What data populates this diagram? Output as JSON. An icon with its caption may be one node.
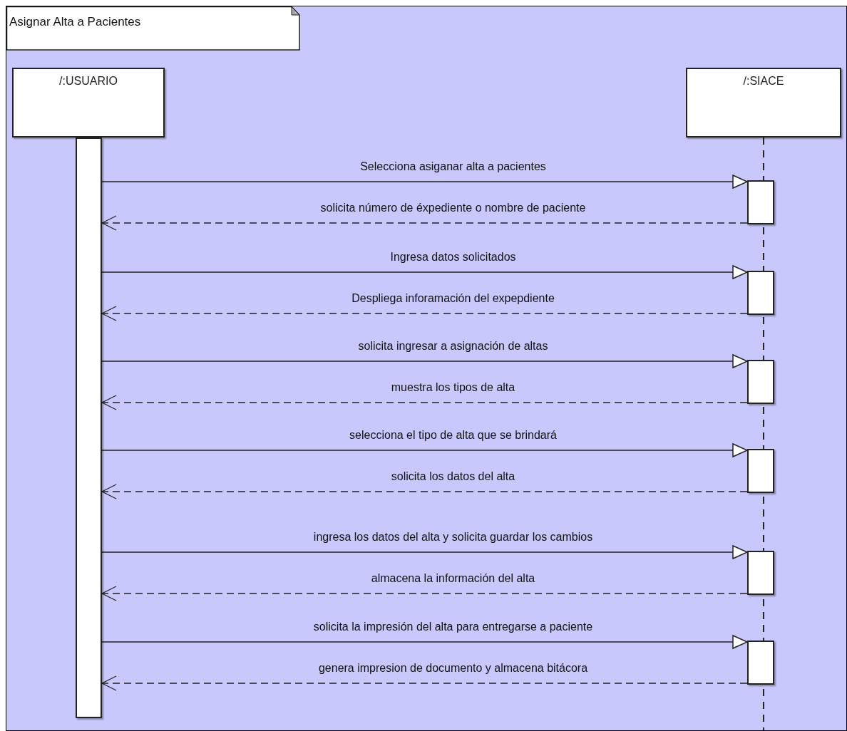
{
  "diagram": {
    "title": "Asignar Alta a Pacientes",
    "nodes": [
      {
        "text": [],
        "shape": "box"
      },
      {
        "text": [
          "/:USUARIO"
        ],
        "in": 0
      },
      {
        "text": [
          "/:SIACE"
        ],
        "in": 0
      },
      {
        "text": [],
        "shape": "bar",
        "in": 0
      },
      {
        "text": [],
        "shape": "bar",
        "in": 0
      },
      {
        "text": [],
        "shape": "bar",
        "in": 0
      },
      {
        "text": [],
        "shape": "bar",
        "in": 0
      },
      {
        "text": [],
        "shape": "bar",
        "in": 0
      },
      {
        "text": [],
        "shape": "bar",
        "in": 0
      },
      {
        "text": [],
        "shape": "bar",
        "in": 0
      }
    ],
    "edges": [
      {
        "from": 3,
        "to": 4,
        "arrow": "to",
        "label": "Selecciona asiganar alta a pacientes"
      },
      {
        "from": 4,
        "to": 3,
        "arrow": "to",
        "style": "dashed",
        "label": "solicita número de éxpediente o nombre de paciente"
      },
      {
        "from": 3,
        "to": 5,
        "arrow": "to",
        "label": "Ingresa datos solicitados"
      },
      {
        "from": 5,
        "to": 3,
        "arrow": "to",
        "style": "dashed",
        "label": "Despliega inforamación del expepdiente"
      },
      {
        "from": 3,
        "to": 6,
        "arrow": "to",
        "label": "solicita ingresar a asignación de altas"
      },
      {
        "from": 6,
        "to": 3,
        "arrow": "to",
        "style": "dashed",
        "label": "muestra los tipos de alta"
      },
      {
        "from": 3,
        "to": 7,
        "arrow": "to",
        "label": "selecciona el tipo de alta que se brindará"
      },
      {
        "from": 7,
        "to": 3,
        "arrow": "to",
        "style": "dashed",
        "label": "solicita los datos del alta"
      },
      {
        "from": 3,
        "to": 8,
        "arrow": "to",
        "label": "ingresa los datos del alta y solicita guardar los cambios"
      },
      {
        "from": 8,
        "to": 3,
        "arrow": "to",
        "style": "dashed",
        "label": "almacena la información del alta"
      },
      {
        "from": 3,
        "to": 9,
        "arrow": "to",
        "label": "solicita la impresión del alta para entregarse a paciente"
      },
      {
        "from": 9,
        "to": 3,
        "arrow": "to",
        "style": "dashed",
        "label": "genera impresion de documento  y almacena bitácora"
      }
    ]
  }
}
